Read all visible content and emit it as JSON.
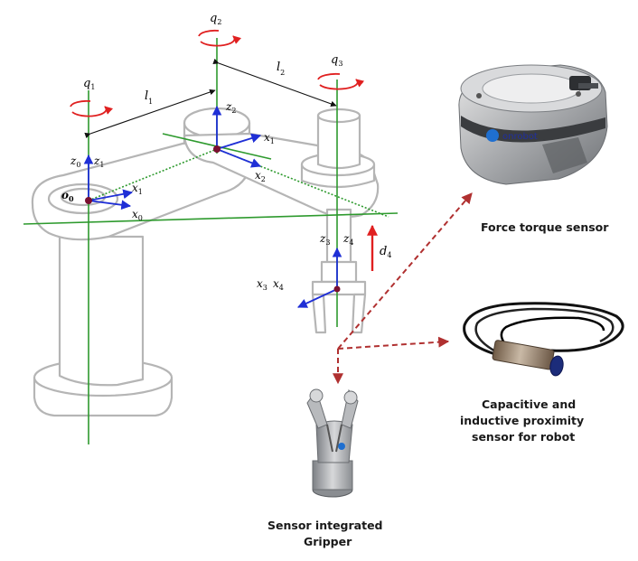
{
  "diagram": {
    "joints": {
      "q1": {
        "letter": "q",
        "sub": "1"
      },
      "q2": {
        "letter": "q",
        "sub": "2"
      },
      "q3": {
        "letter": "q",
        "sub": "3"
      }
    },
    "links": {
      "l1": {
        "letter": "l",
        "sub": "1"
      },
      "l2": {
        "letter": "l",
        "sub": "2"
      },
      "d4": {
        "letter": "d",
        "sub": "4"
      }
    },
    "frames": {
      "o0": {
        "letter": "o",
        "sub": "0"
      },
      "z0": {
        "letter": "z",
        "sub": "0"
      },
      "z1": {
        "letter": "z",
        "sub": "1"
      },
      "x1_base": {
        "letter": "x",
        "sub": "1"
      },
      "x0": {
        "letter": "x",
        "sub": "0"
      },
      "z2": {
        "letter": "z",
        "sub": "2"
      },
      "x1_arm": {
        "letter": "x",
        "sub": "1"
      },
      "x2": {
        "letter": "x",
        "sub": "2"
      },
      "z3": {
        "letter": "z",
        "sub": "3"
      },
      "z4": {
        "letter": "z",
        "sub": "4"
      },
      "x3": {
        "letter": "x",
        "sub": "3"
      },
      "x4": {
        "letter": "x",
        "sub": "4"
      }
    },
    "captions": {
      "force_torque": "Force torque sensor",
      "proximity_line1": "Capacitive and",
      "proximity_line2": "inductive proximity",
      "proximity_line3": "sensor for robot",
      "gripper_line1": "Sensor integrated",
      "gripper_line2": "Gripper"
    },
    "branding": {
      "onrobot_logo": "onrobot"
    },
    "colors": {
      "axis_green": "#2e9a2e",
      "frame_blue": "#1f2fd6",
      "rotation_red": "#e02020",
      "pointer_red": "#b03030",
      "robot_outline": "#b5b5b5"
    }
  }
}
